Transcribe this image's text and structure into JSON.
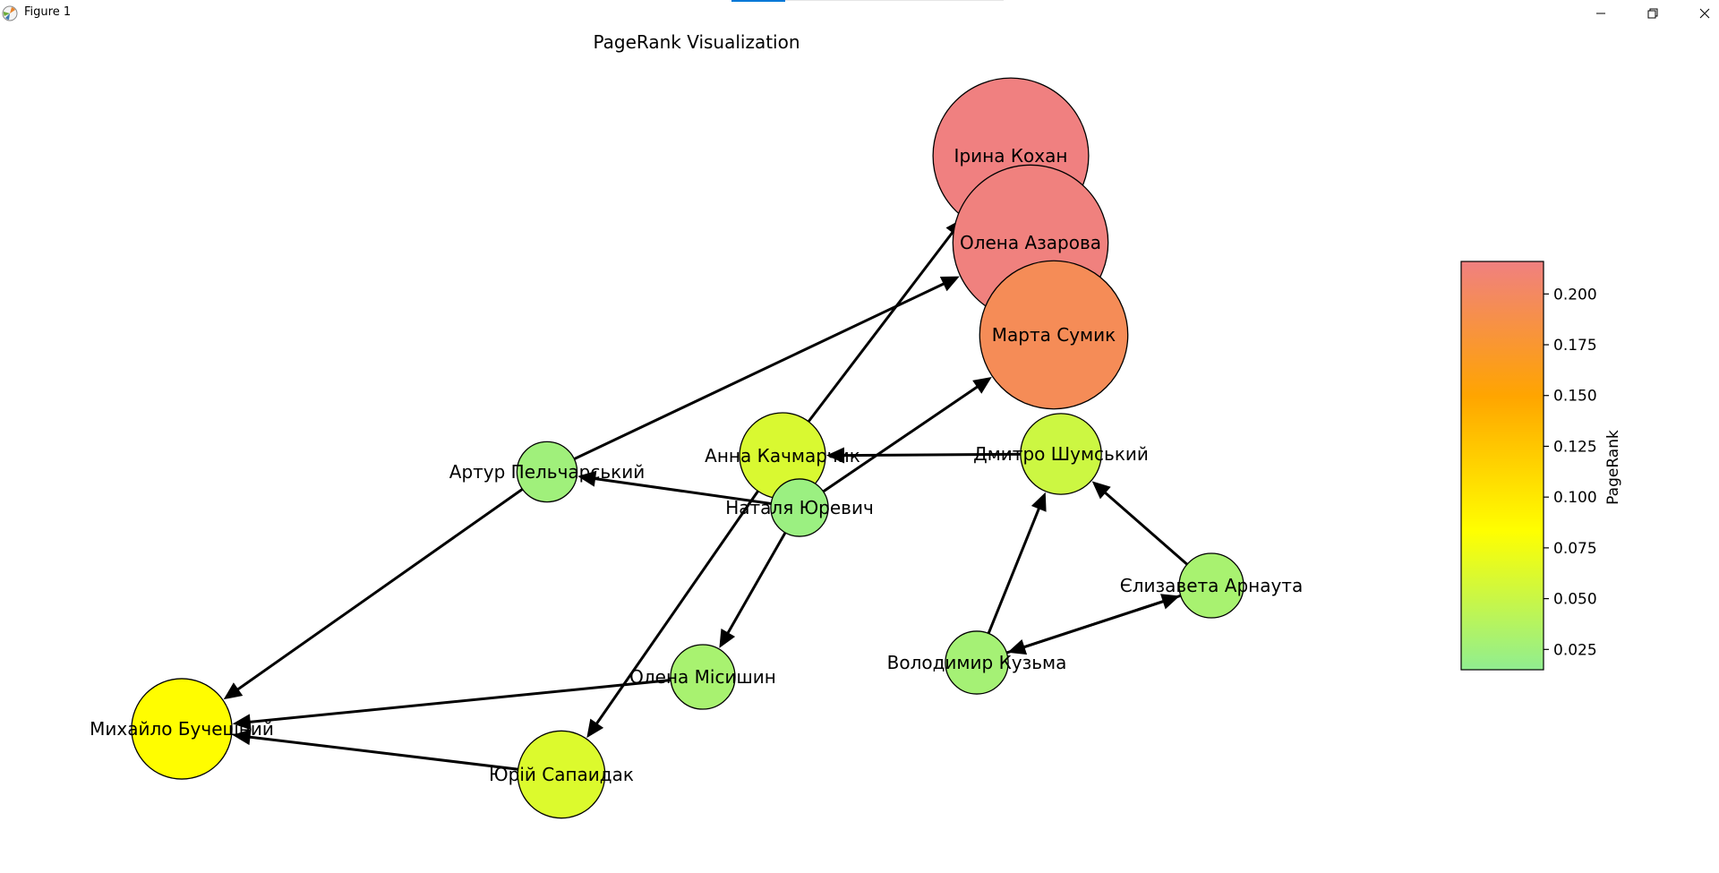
{
  "window": {
    "title": "Figure 1",
    "icon": "matplotlib-icon",
    "buttons": [
      "minimize-icon",
      "restore-icon",
      "close-icon"
    ]
  },
  "figure": {
    "title": "PageRank Visualization",
    "nodes": [
      {
        "id": "n1",
        "label": "Ірина Кохан",
        "pagerank": 0.216
      },
      {
        "id": "n2",
        "label": "Олена Азарова",
        "pagerank": 0.215
      },
      {
        "id": "n3",
        "label": "Марта Сумик",
        "pagerank": 0.195
      },
      {
        "id": "n4",
        "label": "Анна Качмарчик",
        "pagerank": 0.06
      },
      {
        "id": "n5",
        "label": "Дмитро Шумський",
        "pagerank": 0.052
      },
      {
        "id": "n6",
        "label": "Артур Пельчарський",
        "pagerank": 0.025
      },
      {
        "id": "n7",
        "label": "Наталя Юревич",
        "pagerank": 0.022
      },
      {
        "id": "n8",
        "label": "Єлизавета Арнаута",
        "pagerank": 0.03
      },
      {
        "id": "n9",
        "label": "Олена Місишин",
        "pagerank": 0.03
      },
      {
        "id": "n10",
        "label": "Володимир Кузьма",
        "pagerank": 0.028
      },
      {
        "id": "n11",
        "label": "Михайло Бучешний",
        "pagerank": 0.085
      },
      {
        "id": "n12",
        "label": "Юрій Сапаидак",
        "pagerank": 0.062
      }
    ],
    "edges": [
      {
        "from": "n1",
        "to": "n2"
      },
      {
        "from": "n2",
        "to": "n1"
      },
      {
        "from": "n2",
        "to": "n3"
      },
      {
        "from": "n6",
        "to": "n2"
      },
      {
        "from": "n6",
        "to": "n11"
      },
      {
        "from": "n4",
        "to": "n1"
      },
      {
        "from": "n4",
        "to": "n12"
      },
      {
        "from": "n5",
        "to": "n4"
      },
      {
        "from": "n7",
        "to": "n3"
      },
      {
        "from": "n7",
        "to": "n6"
      },
      {
        "from": "n7",
        "to": "n9"
      },
      {
        "from": "n8",
        "to": "n5"
      },
      {
        "from": "n8",
        "to": "n10"
      },
      {
        "from": "n10",
        "to": "n5"
      },
      {
        "from": "n10",
        "to": "n8"
      },
      {
        "from": "n9",
        "to": "n11"
      },
      {
        "from": "n12",
        "to": "n11"
      }
    ],
    "colorbar": {
      "label": "PageRank",
      "min": 0.015,
      "max": 0.216,
      "ticks": [
        "0.025",
        "0.050",
        "0.075",
        "0.100",
        "0.125",
        "0.150",
        "0.175",
        "0.200"
      ],
      "colors": [
        "#90ee90",
        "#ffff00",
        "#ffa500",
        "#f08080"
      ]
    }
  }
}
